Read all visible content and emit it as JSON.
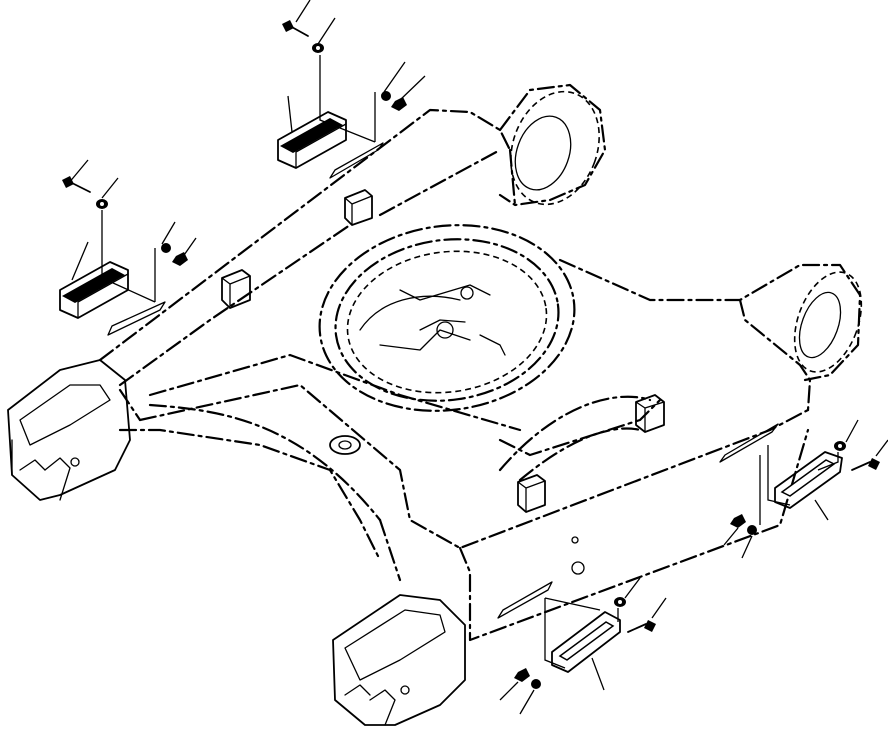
{
  "diagram": {
    "kind": "exploded-parts-view",
    "parts": [
      {
        "id": "step-upper-left",
        "type": "step"
      },
      {
        "id": "step-upper-center",
        "type": "step"
      },
      {
        "id": "step-lower-right",
        "type": "step"
      },
      {
        "id": "step-lower-center",
        "type": "step"
      },
      {
        "id": "bolt",
        "type": "bolt"
      },
      {
        "id": "lock-washer",
        "type": "washer"
      },
      {
        "id": "nut",
        "type": "nut"
      }
    ],
    "callout_labels": []
  }
}
